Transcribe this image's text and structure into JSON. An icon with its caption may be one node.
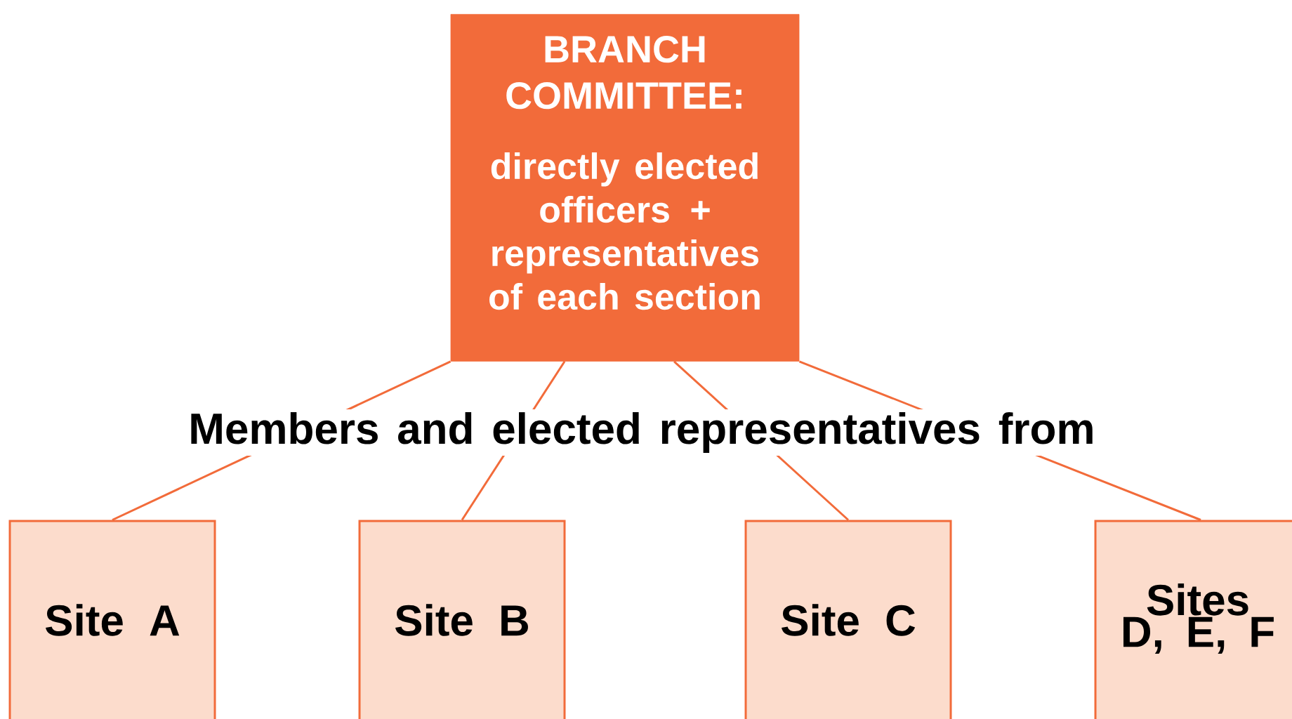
{
  "diagram": {
    "nodes": [
      {
        "text": [
          "BRANCH COMMITTEE:",
          "directly elected officers + representatives of each section"
        ]
      },
      {
        "text": [
          "Site A"
        ]
      },
      {
        "text": [
          "Site B"
        ]
      },
      {
        "text": [
          "Site C"
        ]
      },
      {
        "text": [
          "Sites D, E, F"
        ]
      }
    ],
    "edges": [
      {
        "from": 0,
        "to": 1,
        "arrow": "none"
      },
      {
        "from": 0,
        "to": 2,
        "arrow": "none"
      },
      {
        "from": 0,
        "to": 3,
        "arrow": "none"
      },
      {
        "from": 0,
        "to": 4,
        "arrow": "none"
      }
    ],
    "labels": [
      "Members and elected representatives from"
    ]
  }
}
